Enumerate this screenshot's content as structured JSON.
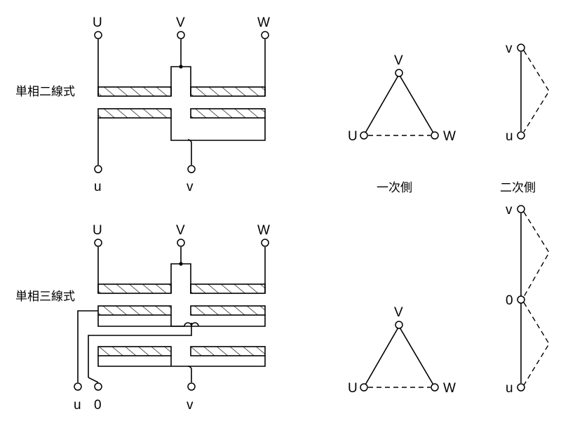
{
  "diagram": {
    "single_phase_two_wire": {
      "title": "単相二線式",
      "primary_terminals": [
        "U",
        "V",
        "W"
      ],
      "secondary_terminals": [
        "u",
        "v"
      ]
    },
    "single_phase_three_wire": {
      "title": "単相三線式",
      "primary_terminals": [
        "U",
        "V",
        "W"
      ],
      "secondary_terminals": [
        "u",
        "0",
        "v"
      ]
    },
    "vector_diagrams": {
      "primary_label": "一次側",
      "secondary_label": "二次側",
      "triangle_top": {
        "V": "V",
        "U": "U",
        "W": "W"
      },
      "triangle_bottom": {
        "V": "V",
        "U": "U",
        "W": "W"
      },
      "secondary_top": {
        "v": "v",
        "u": "u"
      },
      "secondary_bottom": {
        "v": "v",
        "zero": "0",
        "u": "u"
      }
    }
  }
}
